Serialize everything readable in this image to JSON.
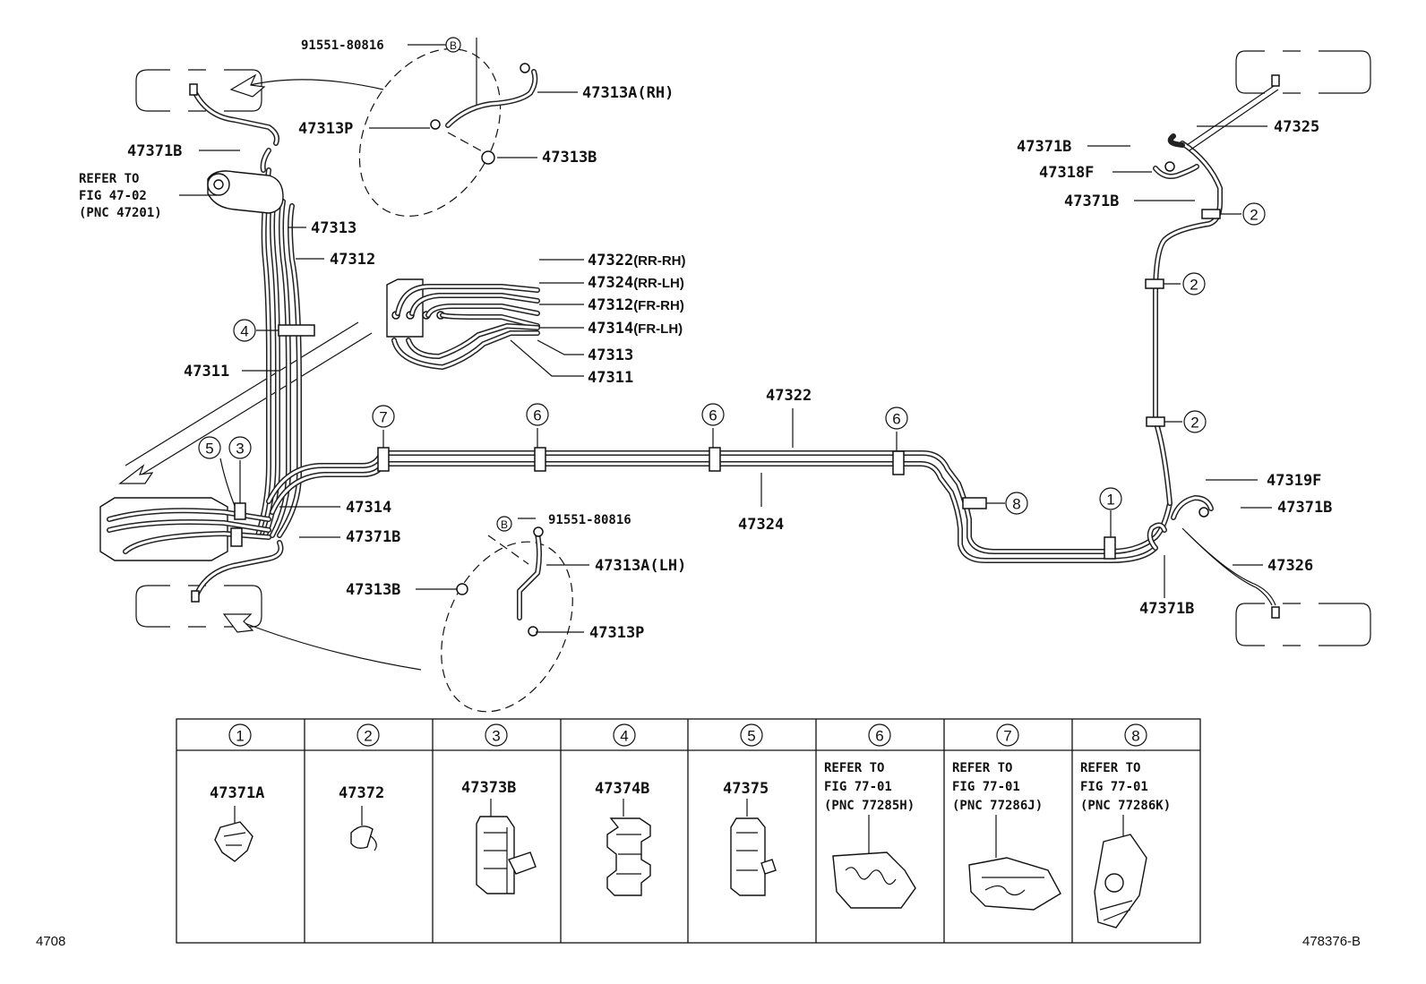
{
  "labels": {
    "b_top_code": "91551-80816",
    "b_top_letter": "B",
    "p47313a_rh": "47313A(RH)",
    "p47313p_top": "47313P",
    "p47313b_top": "47313B",
    "p47371b_tl": "47371B",
    "refer_fig_4702": [
      "REFER TO",
      "FIG 47-02",
      "(PNC 47201)"
    ],
    "p47313_left": "47313",
    "p47312_left": "47312",
    "p47311_left": "47311",
    "p47314_left": "47314",
    "p47371b_left": "47371B",
    "b_bot_code": "91551-80816",
    "b_bot_letter": "B",
    "p47313a_lh": "47313A(LH)",
    "p47313b_bot": "47313B",
    "p47313p_bot": "47313P",
    "detail_47322": "47322",
    "detail_47322_sub": "(RR-RH)",
    "detail_47324": "47324",
    "detail_47324_sub": "(RR-LH)",
    "detail_47312": "47312",
    "detail_47312_sub": "(FR-RH)",
    "detail_47314": "47314",
    "detail_47314_sub": "(FR-LH)",
    "detail_47313": "47313",
    "detail_47311": "47311",
    "p47322_mid": "47322",
    "p47324_mid": "47324",
    "p47371b_tr1": "47371B",
    "p47318f": "47318F",
    "p47371b_tr2": "47371B",
    "p47325": "47325",
    "p47319f": "47319F",
    "p47371b_r": "47371B",
    "p47326": "47326",
    "p47371b_br": "47371B"
  },
  "callouts": {
    "c1": "1",
    "c2": "2",
    "c3": "3",
    "c4": "4",
    "c5": "5",
    "c6": "6",
    "c7": "7",
    "c8": "8"
  },
  "legend": [
    {
      "num": "1",
      "part": "47371A",
      "refer": []
    },
    {
      "num": "2",
      "part": "47372",
      "refer": []
    },
    {
      "num": "3",
      "part": "47373B",
      "refer": []
    },
    {
      "num": "4",
      "part": "47374B",
      "refer": []
    },
    {
      "num": "5",
      "part": "47375",
      "refer": []
    },
    {
      "num": "6",
      "part": "",
      "refer": [
        "REFER TO",
        "FIG 77-01",
        "(PNC 77285H)"
      ]
    },
    {
      "num": "7",
      "part": "",
      "refer": [
        "REFER TO",
        "FIG 77-01",
        "(PNC 77286J)"
      ]
    },
    {
      "num": "8",
      "part": "",
      "refer": [
        "REFER TO",
        "FIG 77-01",
        "(PNC 77286K)"
      ]
    }
  ],
  "footer": {
    "left": "4708",
    "right": "478376-B"
  }
}
